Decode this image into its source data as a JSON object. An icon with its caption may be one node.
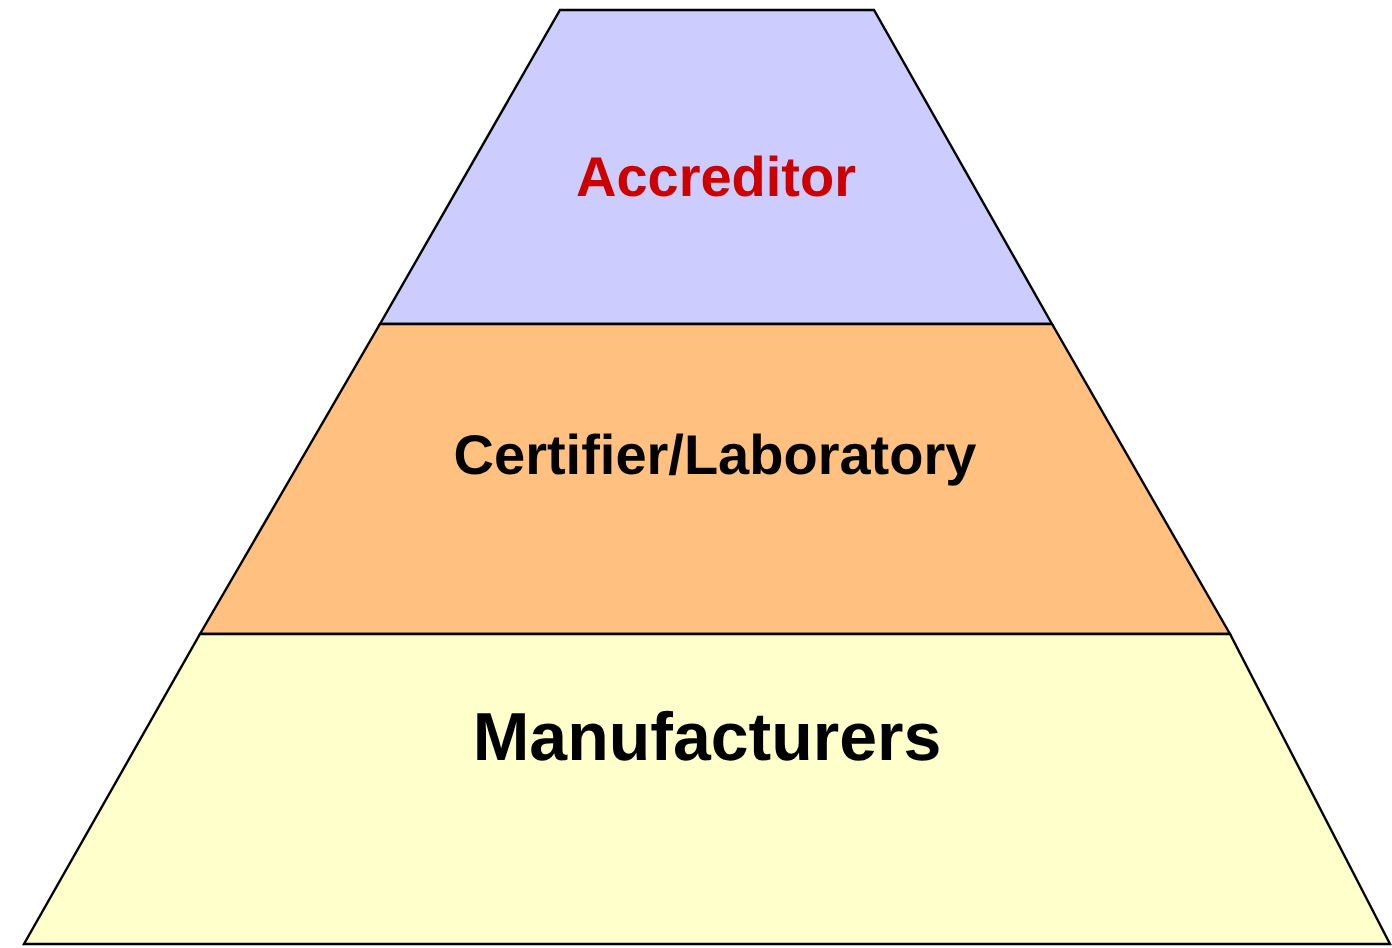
{
  "diagram": {
    "nodes": [
      {
        "text": [
          "Accreditor"
        ]
      },
      {
        "text": [
          "Certifier/Laboratory"
        ]
      },
      {
        "text": [
          "Manufacturers"
        ]
      }
    ]
  }
}
